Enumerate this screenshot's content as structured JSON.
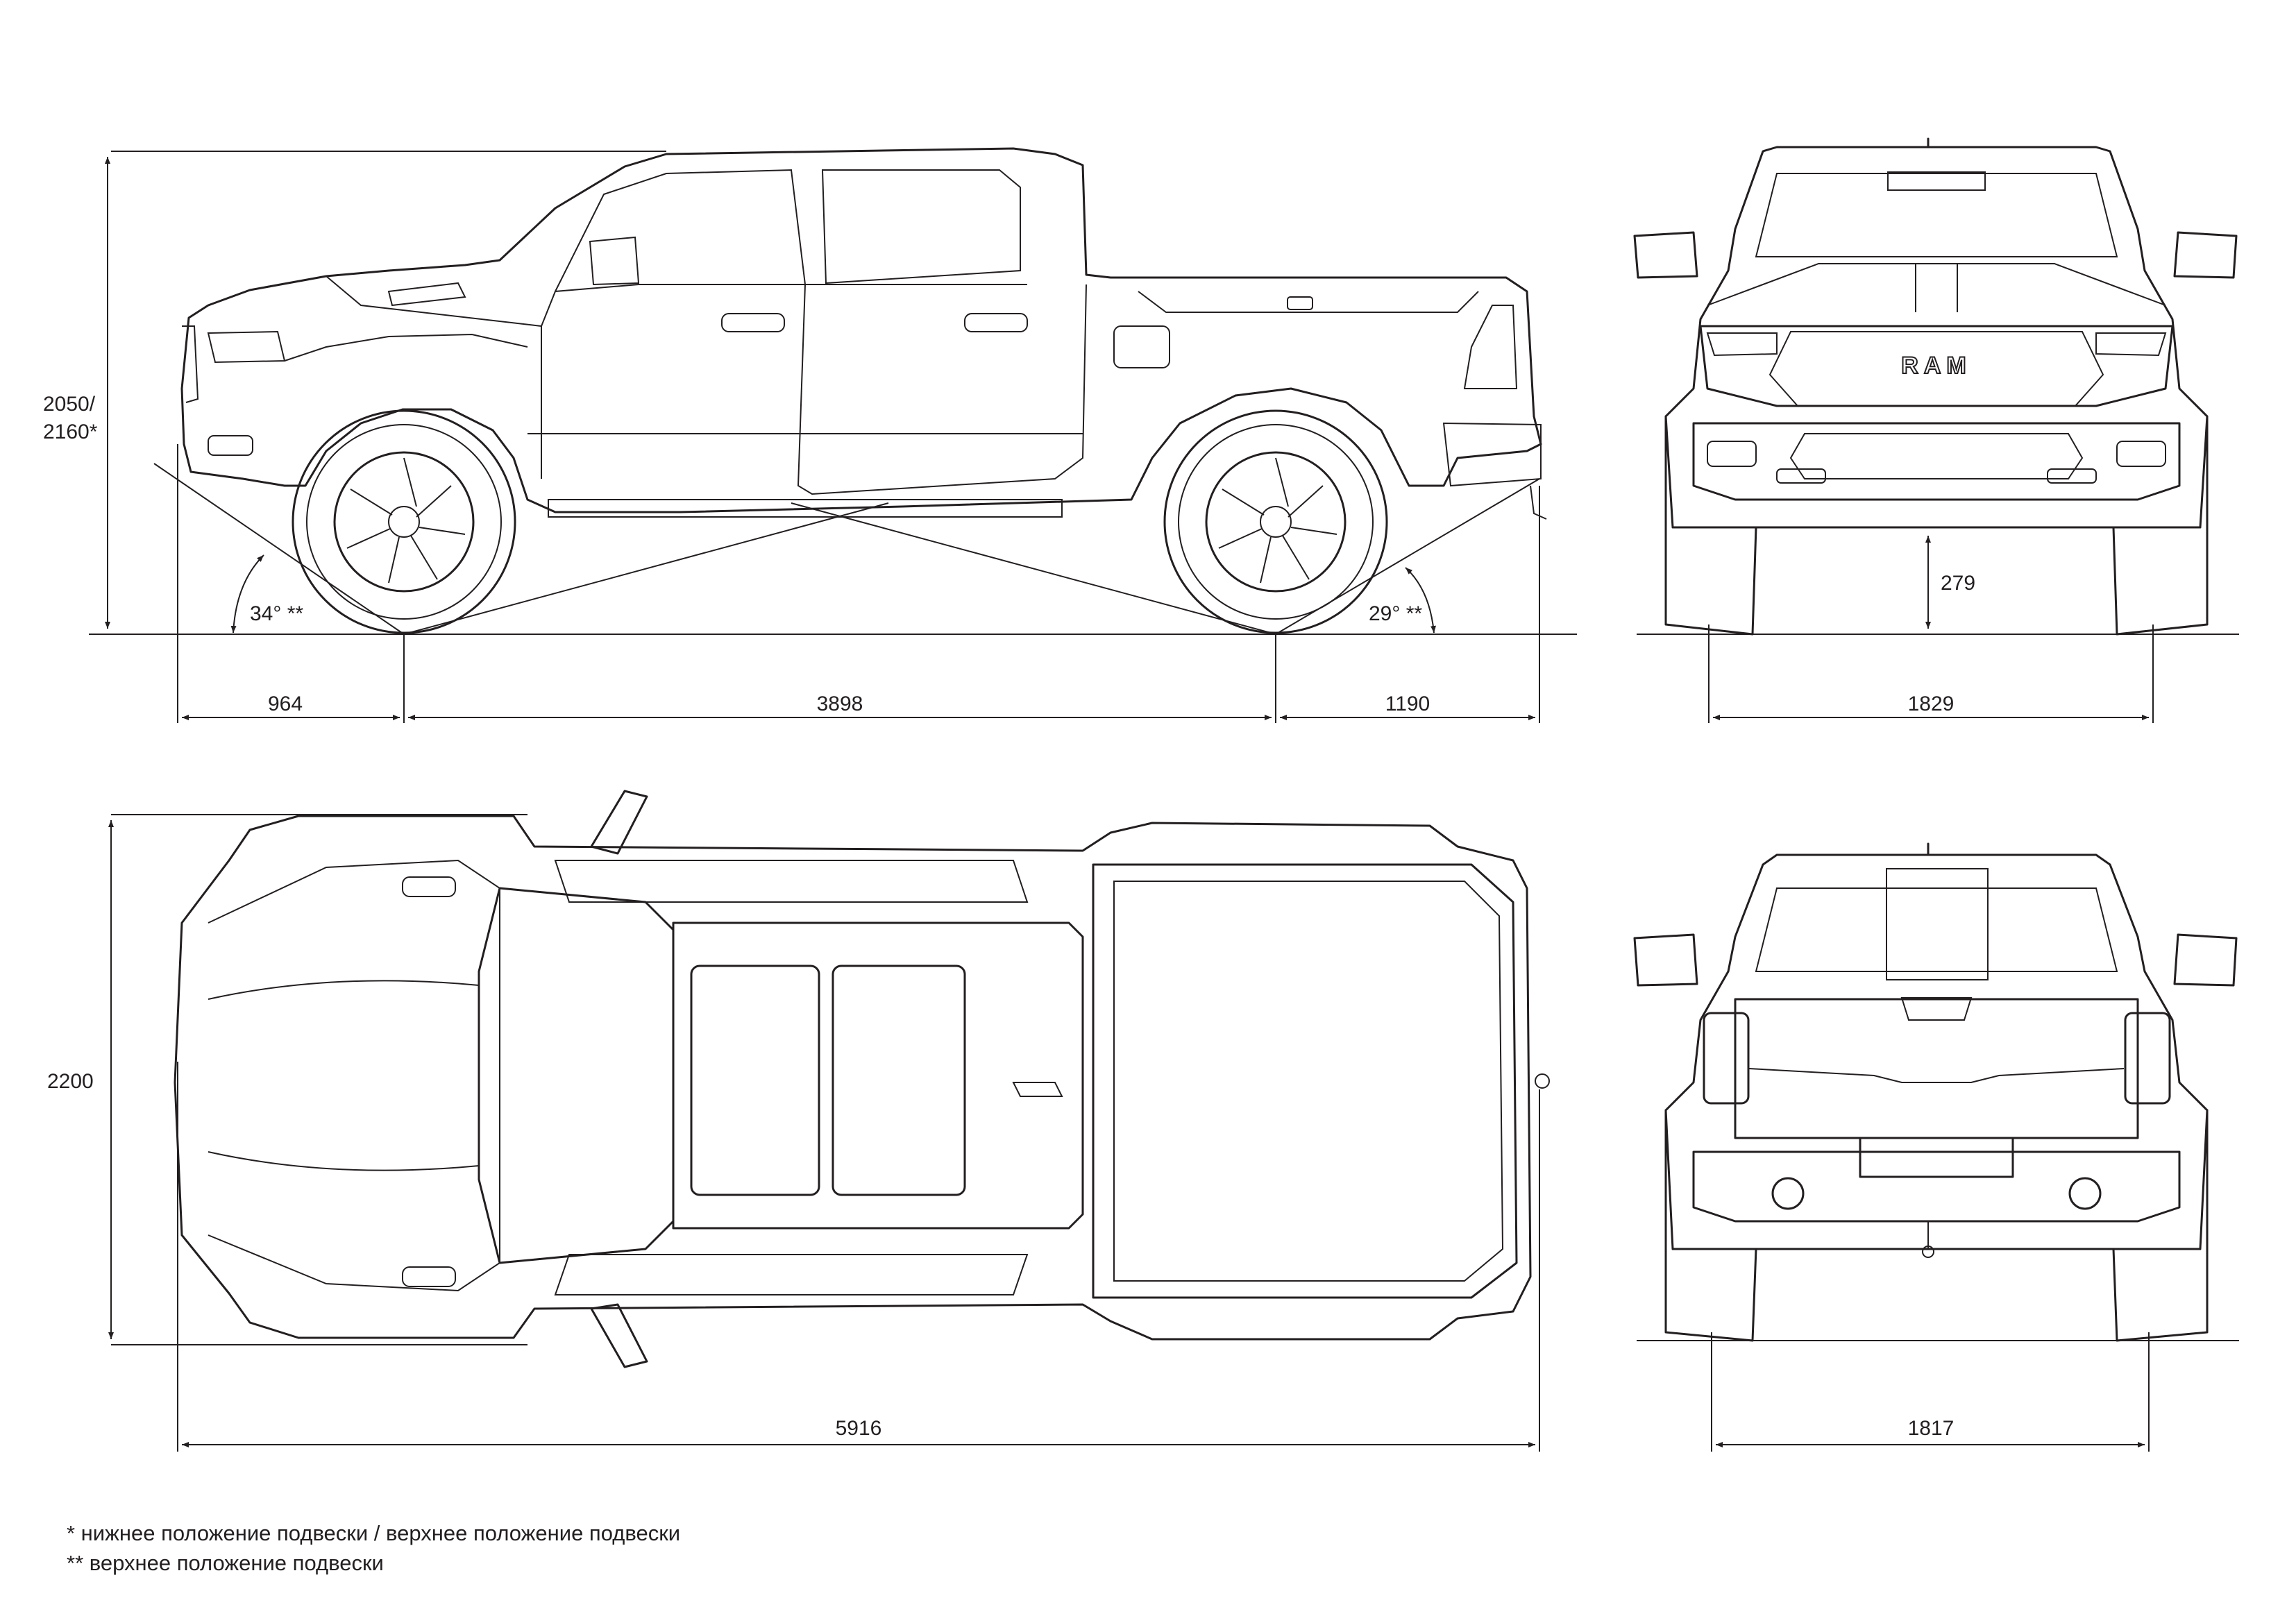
{
  "dimensions": {
    "height": "2050/",
    "height_alt": "2160*",
    "approach_angle": "34° **",
    "departure_angle": "29° **",
    "front_overhang": "964",
    "wheelbase": "3898",
    "rear_overhang": "1190",
    "ground_clearance": "279",
    "front_track": "1829",
    "width": "2200",
    "length": "5916",
    "rear_track": "1817"
  },
  "brand_logo": "RAM",
  "footnotes": [
    "* нижнее положение подвески / верхнее положение подвески",
    "** верхнее положение подвески"
  ]
}
